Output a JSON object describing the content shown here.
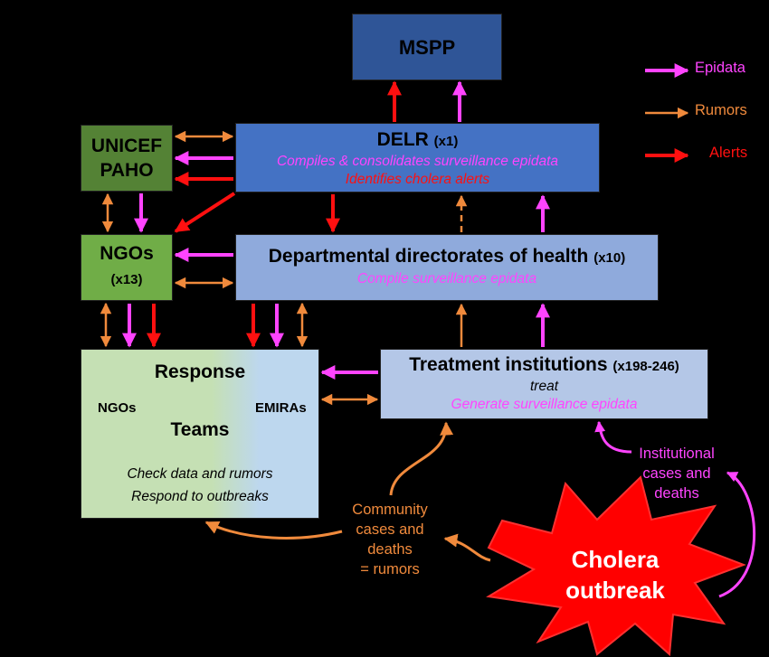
{
  "mspp": {
    "label": "MSPP"
  },
  "delr": {
    "title": "DELR",
    "count": "(x1)",
    "line1": "Compiles & consolidates surveillance epidata",
    "line2": "Identifies cholera alerts"
  },
  "unicef": {
    "line1": "UNICEF",
    "line2": "PAHO"
  },
  "ngos": {
    "title": "NGOs",
    "count": "(x13)"
  },
  "dept": {
    "title": "Departmental directorates of health",
    "count": "(x10)",
    "line1": "Compile surveillance epidata"
  },
  "treatment": {
    "title": "Treatment institutions",
    "count": "(x198-246)",
    "line1": "treat",
    "line2": "Generate surveillance epidata"
  },
  "response": {
    "title1": "Response",
    "title2": "Teams",
    "left": "NGOs",
    "right": "EMIRAs",
    "line1": "Check data and rumors",
    "line2": "Respond to outbreaks"
  },
  "community": {
    "line1": "Community",
    "line2": "cases and",
    "line3": "deaths",
    "line4": "= rumors"
  },
  "institutional": {
    "line1": "Institutional",
    "line2": "cases and",
    "line3": "deaths"
  },
  "outbreak": {
    "line1": "Cholera",
    "line2": "outbreak"
  },
  "legend": [
    {
      "label": "Epidata",
      "color": "#ff44ff"
    },
    {
      "label": "Rumors",
      "color": "#f08a3c"
    },
    {
      "label": "Alerts",
      "color": "#ff1010"
    }
  ],
  "colors": {
    "epidata": "#ff44ff",
    "rumors": "#f08a3c",
    "alerts": "#ff1010",
    "neutral": "#404040"
  }
}
